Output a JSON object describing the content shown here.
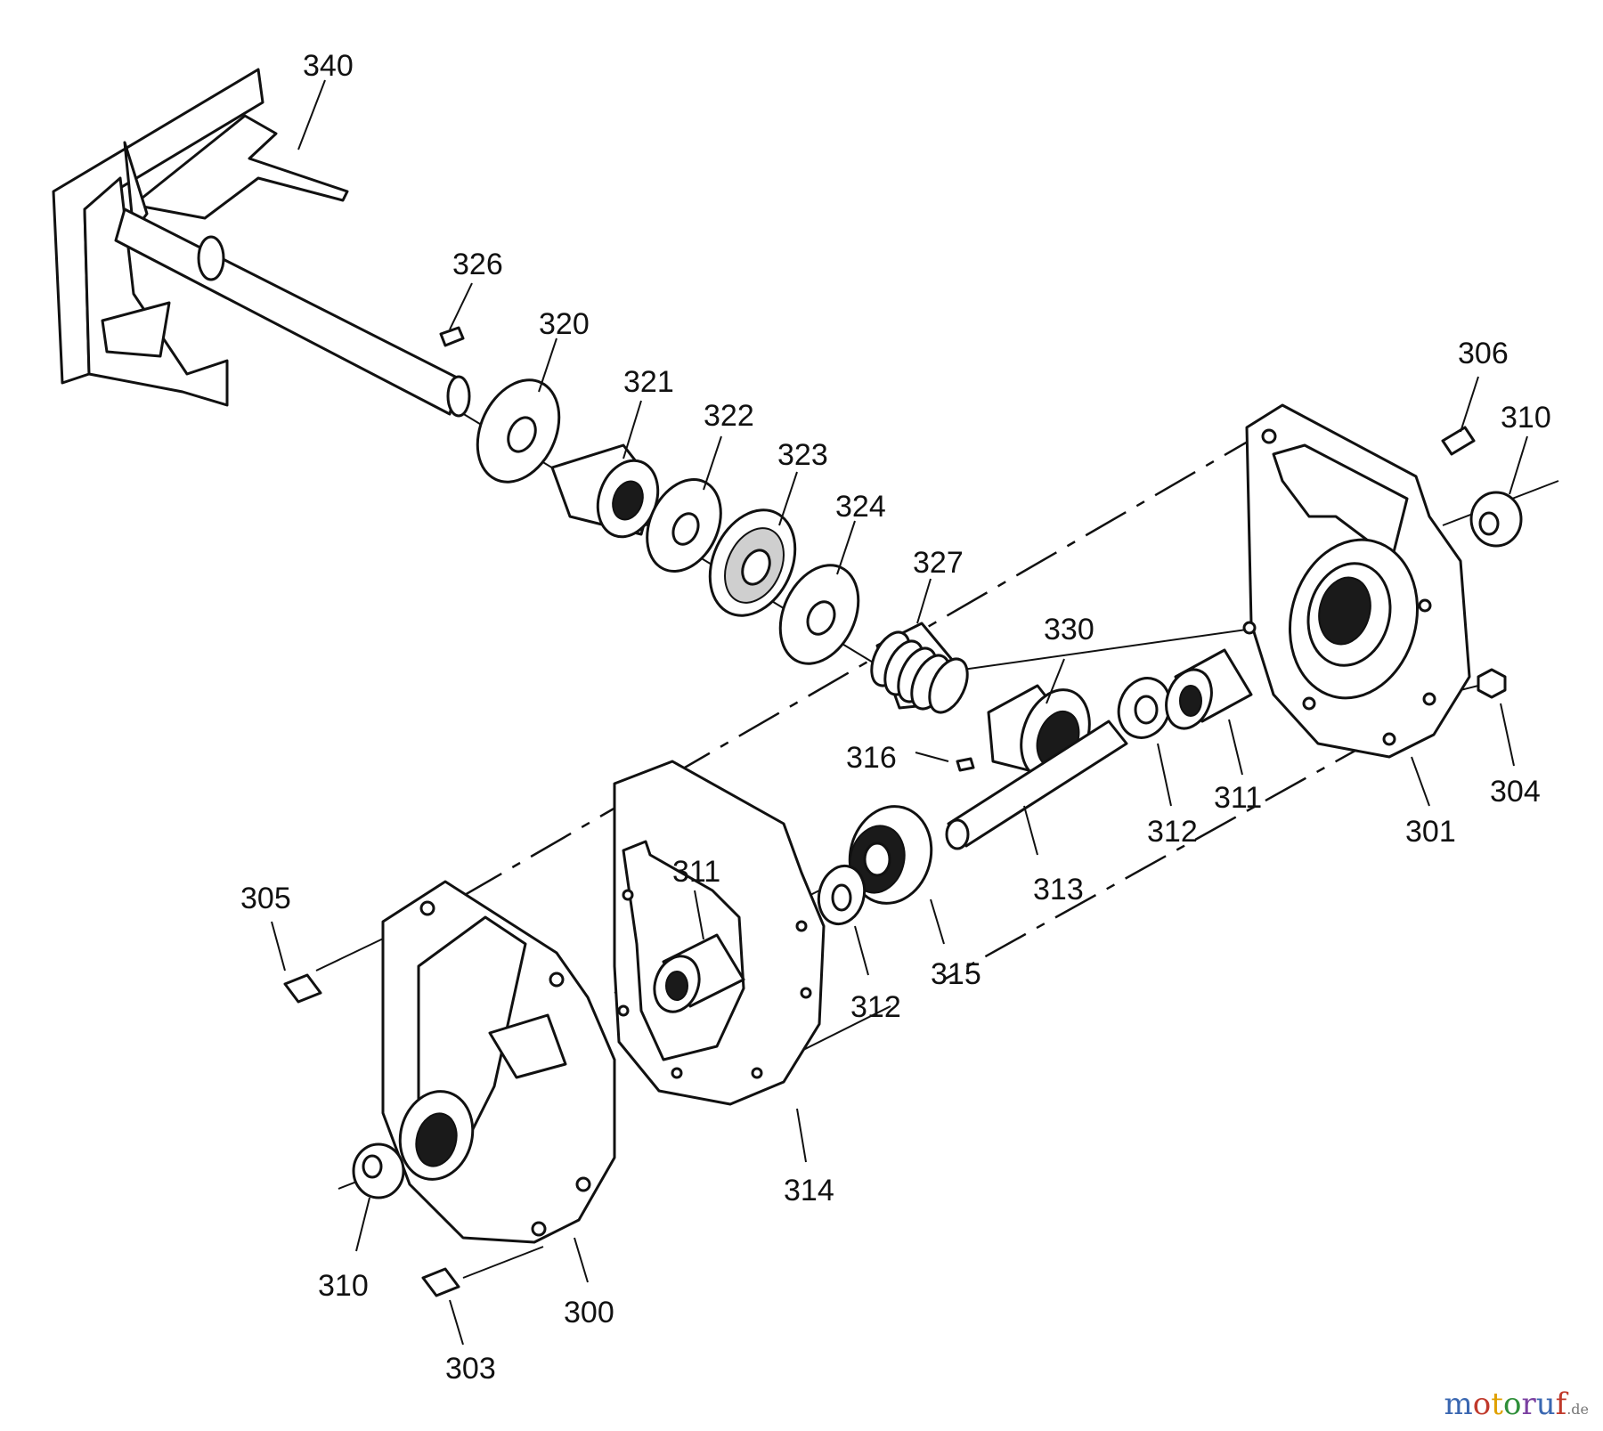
{
  "brand": {
    "name": "motoruf",
    "suffix": ".de",
    "colors": [
      "#3a67b1",
      "#c0392b",
      "#e0a100",
      "#2f8f3a",
      "#7a3fa0"
    ]
  },
  "parts": [
    {
      "id": "p340",
      "label": "340"
    },
    {
      "id": "p326",
      "label": "326"
    },
    {
      "id": "p320",
      "label": "320"
    },
    {
      "id": "p321",
      "label": "321"
    },
    {
      "id": "p322",
      "label": "322"
    },
    {
      "id": "p323",
      "label": "323"
    },
    {
      "id": "p324",
      "label": "324"
    },
    {
      "id": "p327",
      "label": "327"
    },
    {
      "id": "p330",
      "label": "330"
    },
    {
      "id": "p306",
      "label": "306"
    },
    {
      "id": "p310a",
      "label": "310"
    },
    {
      "id": "p316",
      "label": "316"
    },
    {
      "id": "p304",
      "label": "304"
    },
    {
      "id": "p312a",
      "label": "312"
    },
    {
      "id": "p311a",
      "label": "311"
    },
    {
      "id": "p301",
      "label": "301"
    },
    {
      "id": "p313",
      "label": "313"
    },
    {
      "id": "p305",
      "label": "305"
    },
    {
      "id": "p311b",
      "label": "311"
    },
    {
      "id": "p315",
      "label": "315"
    },
    {
      "id": "p312b",
      "label": "312"
    },
    {
      "id": "p314",
      "label": "314"
    },
    {
      "id": "p310b",
      "label": "310"
    },
    {
      "id": "p300",
      "label": "300"
    },
    {
      "id": "p303",
      "label": "303"
    }
  ]
}
